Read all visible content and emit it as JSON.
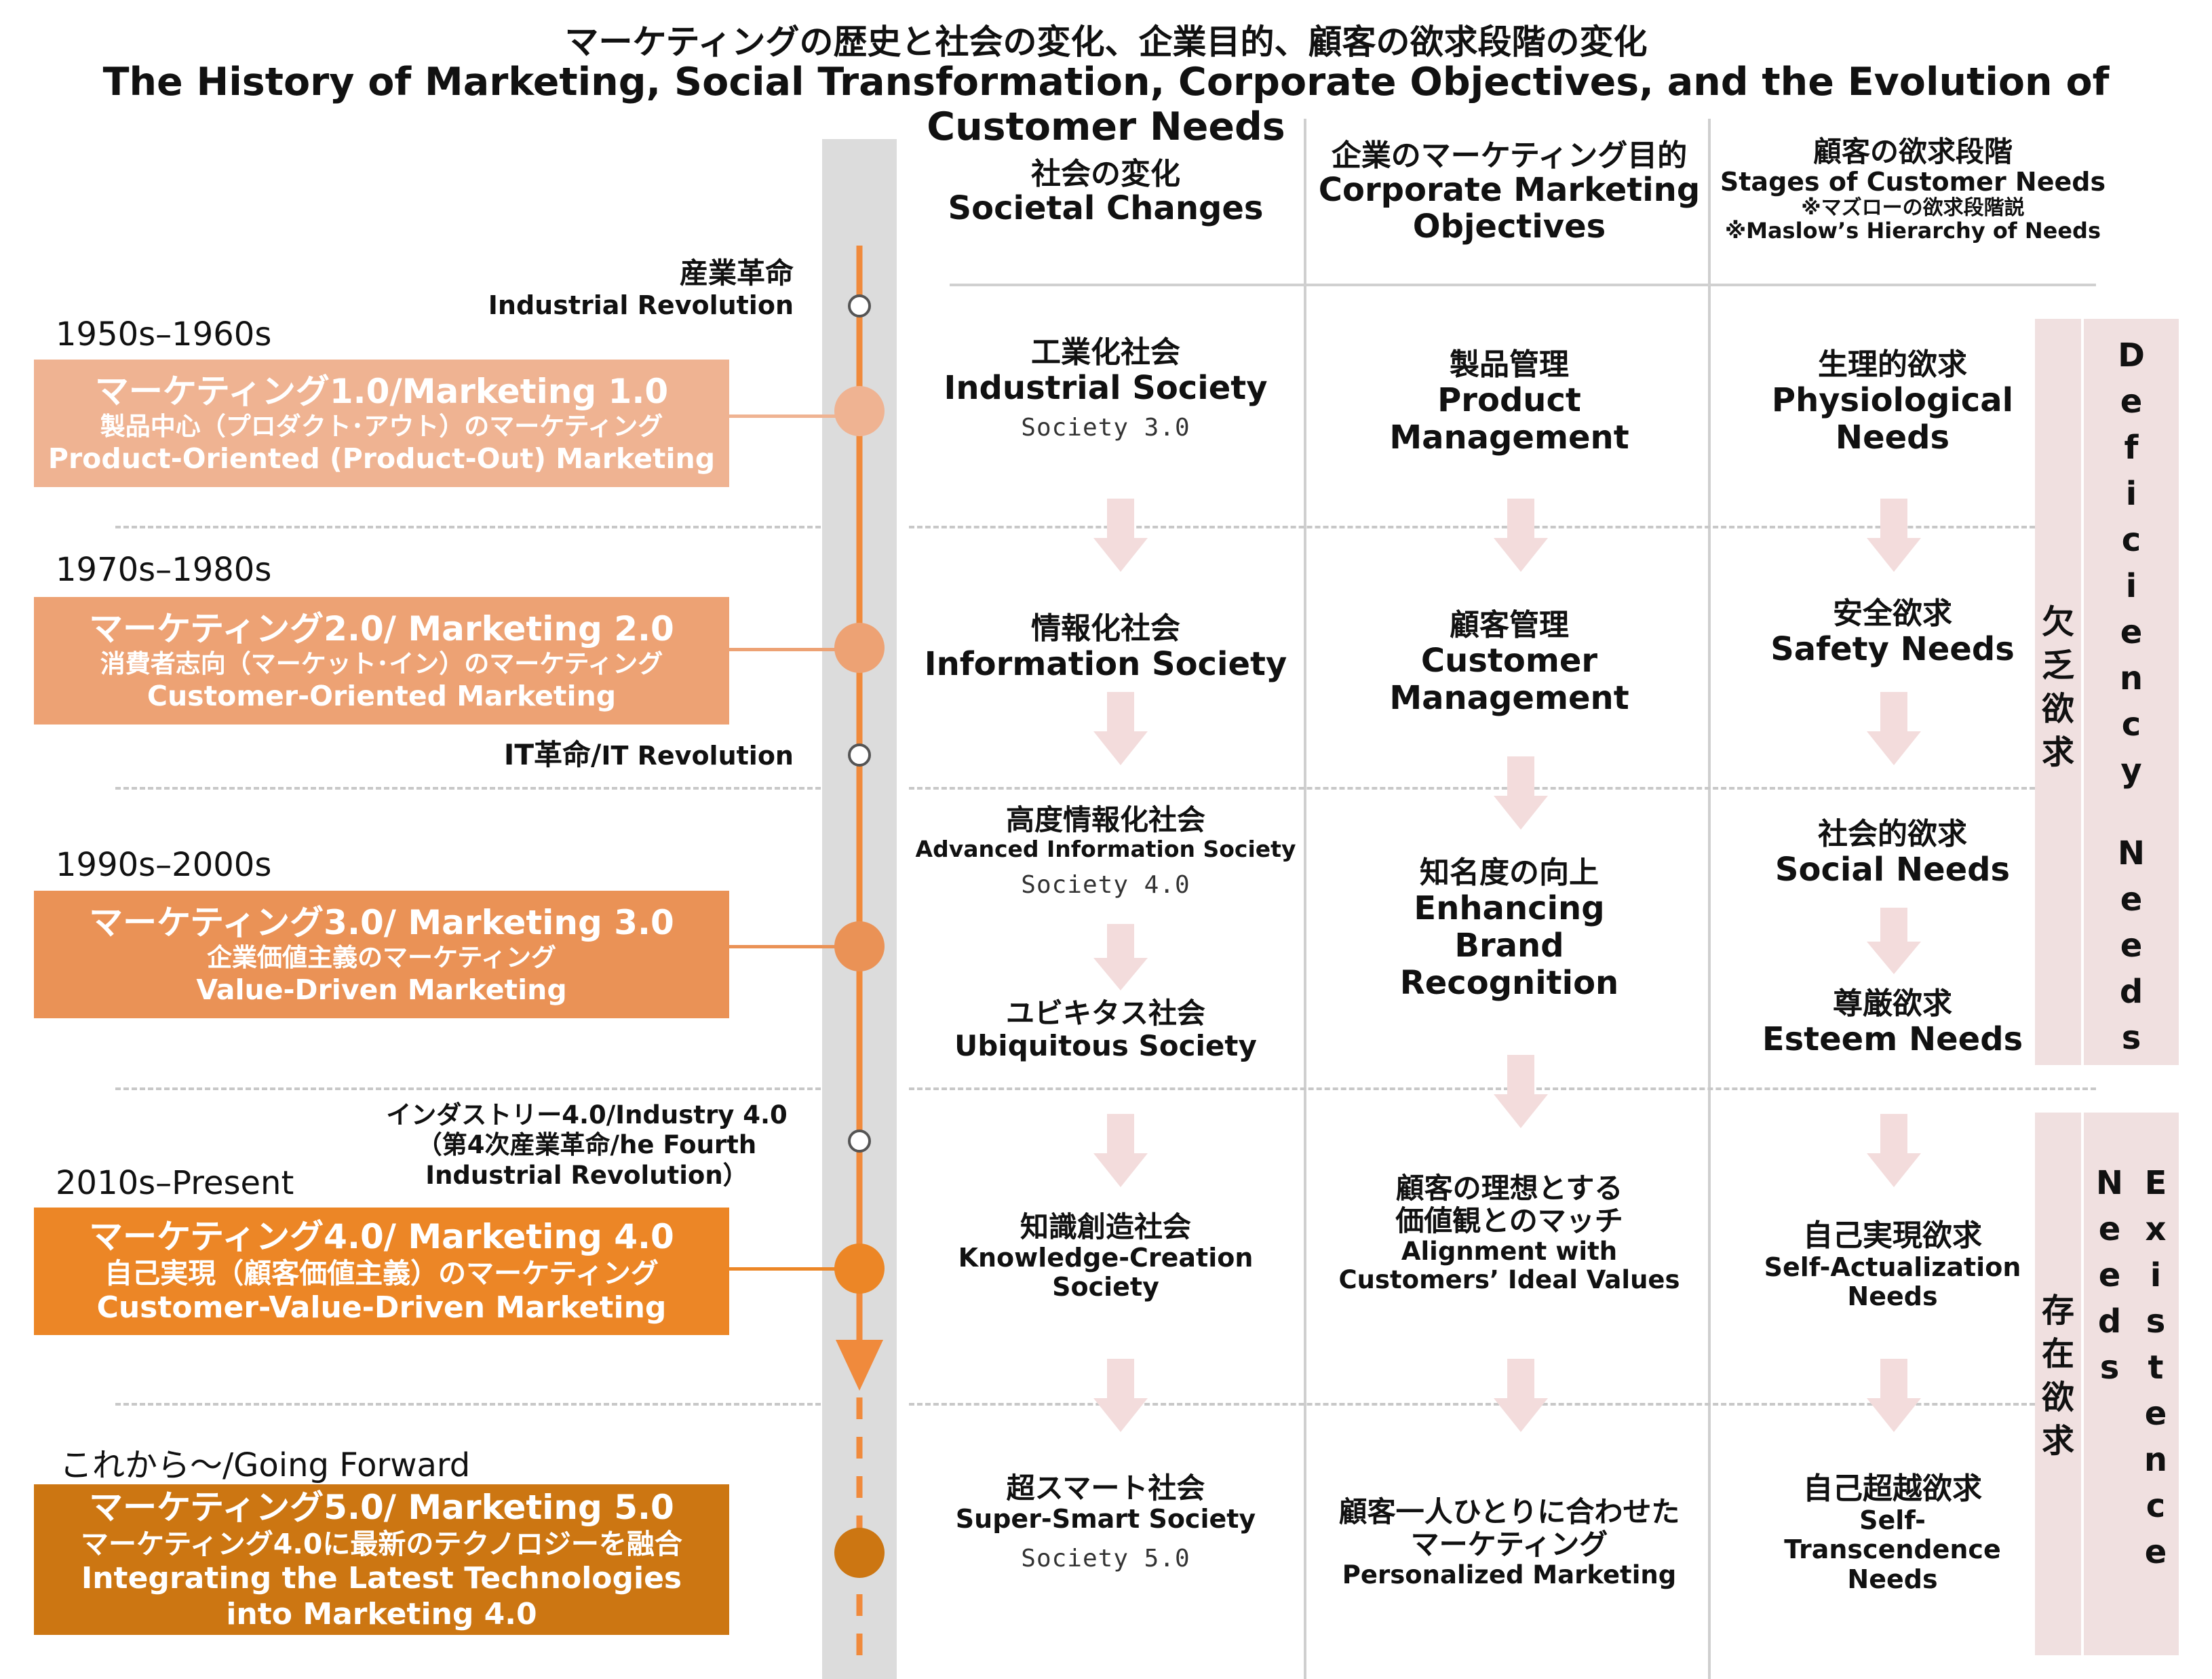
{
  "title_ja": "マーケティングの歴史と社会の変化、企業目的、顧客の欲求段階の変化",
  "title_en": "The History of Marketing, Social Transformation, Corporate Objectives, and the Evolution of Customer Needs",
  "headers": {
    "societal": {
      "ja": "社会の変化",
      "en": "Societal Changes"
    },
    "corporate": {
      "ja": "企業のマーケティング目的",
      "en": "Corporate Marketing Objectives"
    },
    "needs": {
      "ja": "顧客の欲求段階",
      "en": "Stages of Customer Needs",
      "note_ja": "※マズローの欲求段階説",
      "note_en": "※Maslow’s Hierarchy of Needs"
    }
  },
  "timeline_events": {
    "industrial": {
      "ja": "産業革命",
      "en": "Industrial Revolution"
    },
    "it": {
      "ja": "IT革命/",
      "en": "IT Revolution"
    },
    "industry4": {
      "l1": "インダストリー4.0/Industry 4.0",
      "l2": "（第4次産業革命/he Fourth",
      "l3": "Industrial Revolution）"
    }
  },
  "eras": [
    {
      "period": "1950s–1960s",
      "title": "マーケティング1.0/Marketing 1.0",
      "sub_ja": "製品中心（プロダクト･アウト）のマーケティング",
      "sub_en": "Product-Oriented (Product-Out) Marketing",
      "color": "#efb392"
    },
    {
      "period": "1970s–1980s",
      "title": "マーケティング2.0/ Marketing 2.0",
      "sub_ja": "消費者志向（マーケット･イン）のマーケティング",
      "sub_en": "Customer-Oriented Marketing",
      "color": "#eda274"
    },
    {
      "period": "1990s–2000s",
      "title": "マーケティング3.0/ Marketing 3.0",
      "sub_ja": "企業価値主義のマーケティング",
      "sub_en": "Value-Driven Marketing",
      "color": "#ea9256"
    },
    {
      "period": "2010s–Present",
      "title": "マーケティング4.0/ Marketing 4.0",
      "sub_ja": "自己実現（顧客価値主義）のマーケティング",
      "sub_en": "Customer-Value-Driven Marketing",
      "color": "#ec8626"
    },
    {
      "period": "これから～/Going Forward",
      "title": "マーケティング5.0/ Marketing 5.0",
      "sub_ja": "マーケティング4.0に最新のテクノロジーを融合",
      "sub_en": "Integrating the Latest Technologies",
      "sub_en2": "into Marketing 4.0",
      "color": "#cc7612"
    }
  ],
  "societal": {
    "s1": {
      "ja": "工業化社会",
      "en": "Industrial Society",
      "tag": "Society 3.0"
    },
    "s2": {
      "ja": "情報化社会",
      "en": "Information Society"
    },
    "s3": {
      "ja": "高度情報化社会",
      "en": "Advanced Information Society",
      "tag": "Society 4.0"
    },
    "s4": {
      "ja": "ユビキタス社会",
      "en": "Ubiquitous Society"
    },
    "s5": {
      "ja": "知識創造社会",
      "en1": "Knowledge-Creation",
      "en2": "Society"
    },
    "s6": {
      "ja": "超スマート社会",
      "en": "Super-Smart Society",
      "tag": "Society 5.0"
    }
  },
  "corporate": {
    "c1": {
      "ja": "製品管理",
      "en1": "Product",
      "en2": "Management"
    },
    "c2": {
      "ja": "顧客管理",
      "en1": "Customer",
      "en2": "Management"
    },
    "c3": {
      "ja": "知名度の向上",
      "en1": "Enhancing",
      "en2": "Brand",
      "en3": "Recognition"
    },
    "c4": {
      "ja1": "顧客の理想とする",
      "ja2": "価値観とのマッチ",
      "en1": "Alignment with",
      "en2": "Customers’ Ideal Values"
    },
    "c5": {
      "ja1": "顧客一人ひとりに合わせた",
      "ja2": "マーケティング",
      "en": "Personalized Marketing"
    }
  },
  "needs": {
    "n1": {
      "ja": "生理的欲求",
      "en1": "Physiological",
      "en2": "Needs"
    },
    "n2": {
      "ja": "安全欲求",
      "en": "Safety Needs"
    },
    "n3": {
      "ja": "社会的欲求",
      "en": "Social Needs"
    },
    "n4": {
      "ja": "尊厳欲求",
      "en": "Esteem Needs"
    },
    "n5": {
      "ja": "自己実現欲求",
      "en1": "Self-Actualization",
      "en2": "Needs"
    },
    "n6": {
      "ja": "自己超越欲求",
      "en1": "Self-",
      "en2": "Transcendence",
      "en3": "Needs"
    }
  },
  "groups": {
    "deficiency_ja": [
      "欠",
      "乏",
      "欲",
      "求"
    ],
    "deficiency_en": [
      "D",
      "e",
      "f",
      "i",
      "c",
      "i",
      "e",
      "n",
      "c",
      "y",
      "",
      "N",
      "e",
      "e",
      "d",
      "s"
    ],
    "existence_ja": [
      "存",
      "在",
      "欲",
      "求"
    ],
    "existence_en1": [
      "E",
      "x",
      "i",
      "s",
      "t",
      "e",
      "n",
      "c",
      "e"
    ],
    "existence_en2": [
      "N",
      "e",
      "e",
      "d",
      "s"
    ],
    "panel_color": "#f0e0e0"
  },
  "colors": {
    "timeline": "#f08a3c",
    "band": "#dcdcdc",
    "arrow": "#f3dcdc"
  }
}
